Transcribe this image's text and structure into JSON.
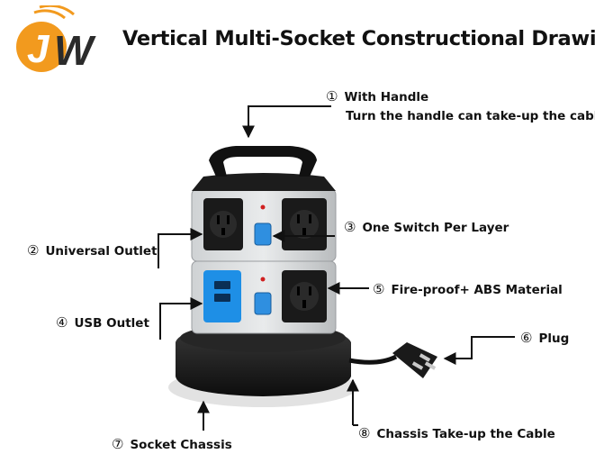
{
  "title": "Vertical Multi-Socket Constructional Drawing",
  "logo_text": "JW",
  "colors": {
    "logo_orange": "#f29a1e",
    "logo_dark": "#2b2b2b",
    "switch_blue": "#2f8fe0",
    "usb_blue": "#1e8fe6"
  },
  "callouts": [
    {
      "num": "①",
      "text": "With Handle",
      "sub": "Turn the handle can take-up the cable"
    },
    {
      "num": "②",
      "text": "Universal Outlet"
    },
    {
      "num": "③",
      "text": "One Switch Per Layer"
    },
    {
      "num": "④",
      "text": "USB Outlet"
    },
    {
      "num": "⑤",
      "text": "Fire-proof+ ABS Material"
    },
    {
      "num": "⑥",
      "text": "Plug"
    },
    {
      "num": "⑦",
      "text": "Socket Chassis"
    },
    {
      "num": "⑧",
      "text": "Chassis Take-up the Cable"
    }
  ]
}
